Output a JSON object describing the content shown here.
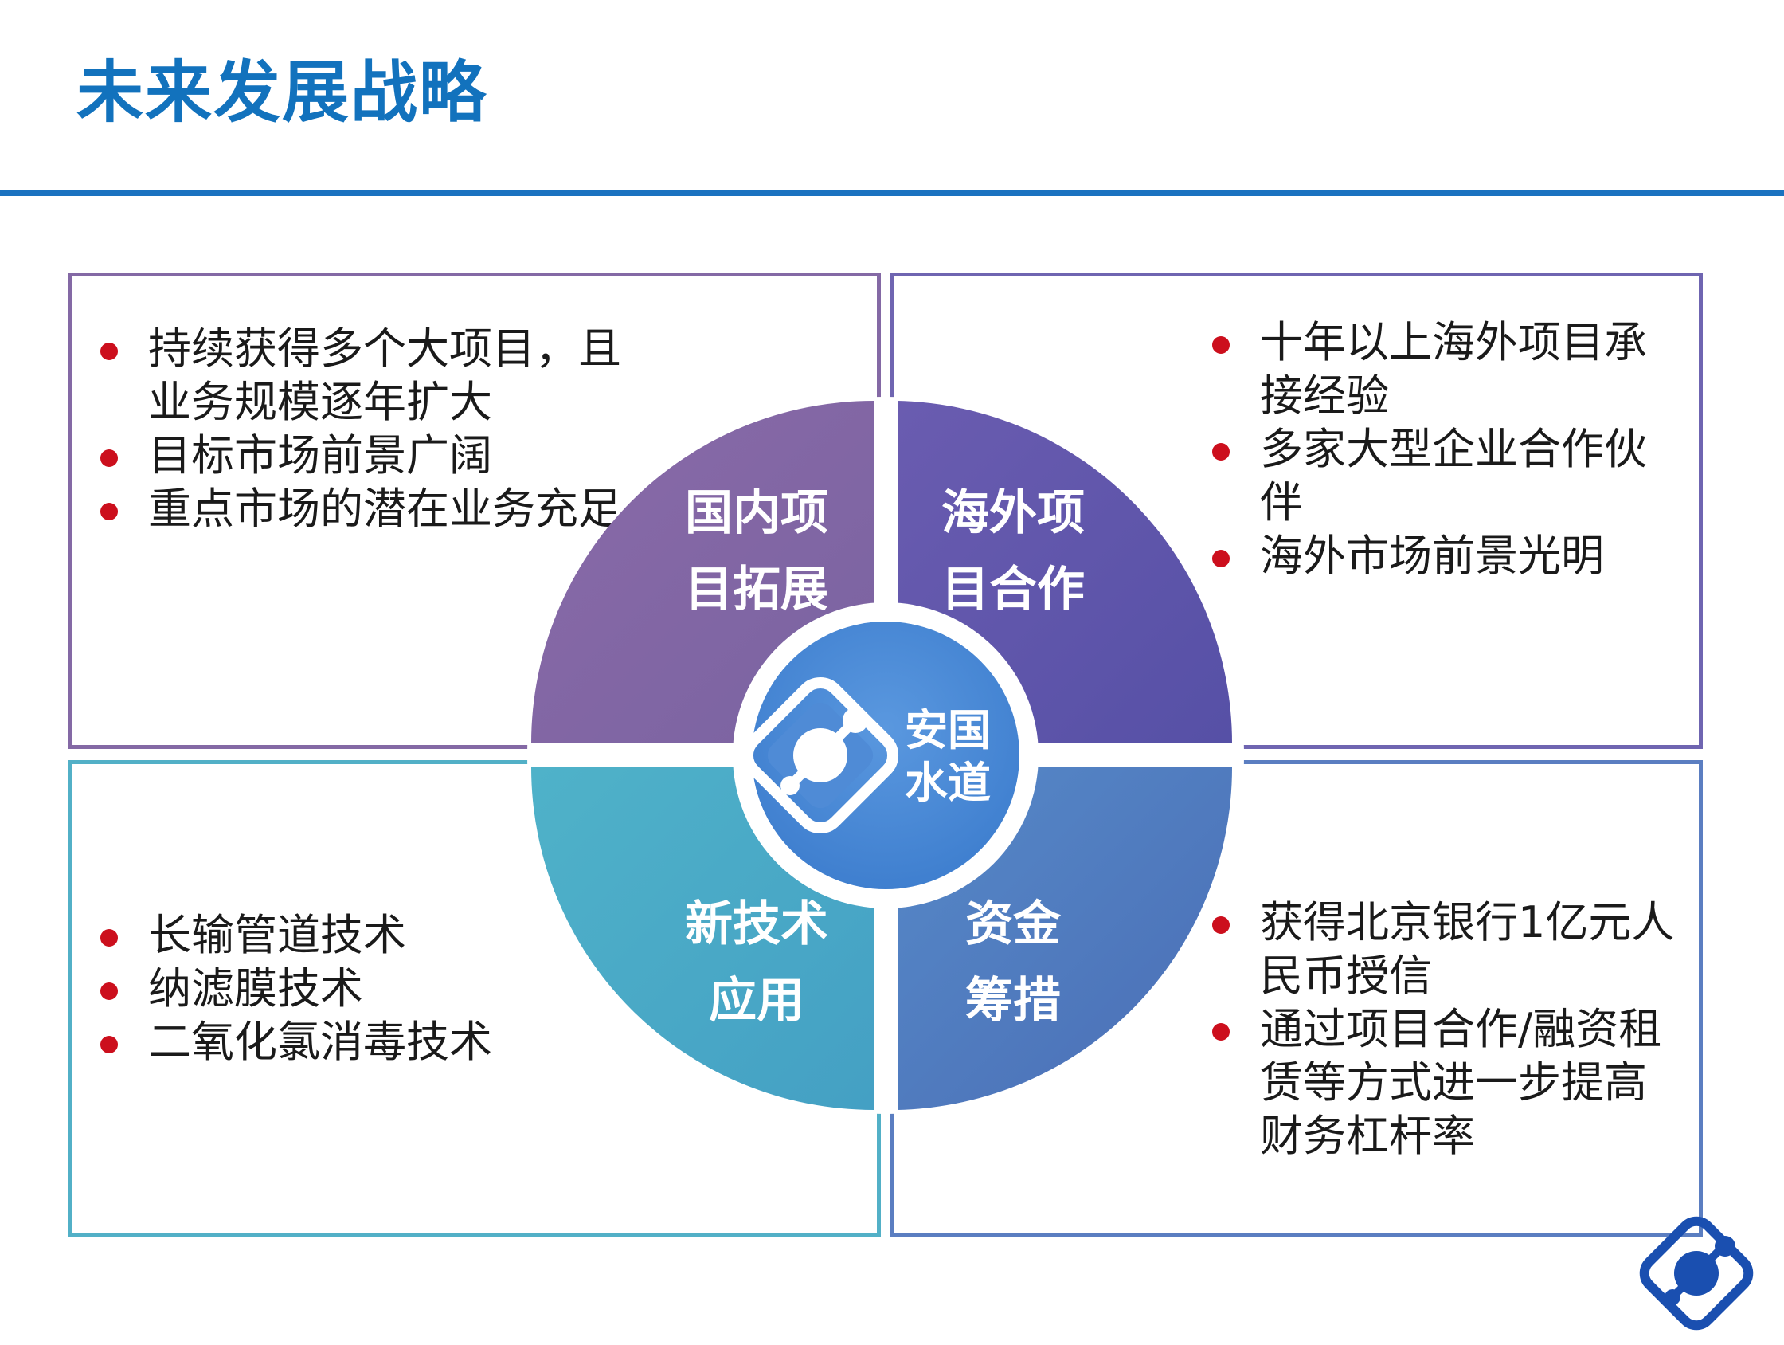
{
  "title": "未来发展战略",
  "colors": {
    "title": "#1272bd",
    "rule": "#1a72c0",
    "bullet": "#cc0f1d",
    "domestic": "#8267a4",
    "overseas": "#5e55ab",
    "technology": "#4eaac6",
    "funding": "#4f7bbd",
    "center": "#4f8bd6"
  },
  "center": {
    "line1": "安国",
    "line2": "水道",
    "logo_icon": "company-logo-icon"
  },
  "quadrants": {
    "domestic": {
      "label_line1": "国内项",
      "label_line2": "目拓展",
      "bullets": [
        "持续获得多个大项目，且业务规模逐年扩大",
        "目标市场前景广阔",
        "重点市场的潜在业务充足"
      ]
    },
    "overseas": {
      "label_line1": "海外项",
      "label_line2": "目合作",
      "bullets": [
        "十年以上海外项目承接经验",
        "多家大型企业合作伙伴",
        "海外市场前景光明"
      ]
    },
    "technology": {
      "label_line1": "新技术",
      "label_line2": "应用",
      "bullets": [
        "长输管道技术",
        "纳滤膜技术",
        "二氧化氯消毒技术"
      ]
    },
    "funding": {
      "label_line1": "资金",
      "label_line2": "筹措",
      "bullets": [
        "获得北京银行1亿元人民币授信",
        "通过项目合作/融资租赁等方式进一步提高财务杠杆率"
      ]
    }
  },
  "corner_logo_icon": "company-logo-icon"
}
